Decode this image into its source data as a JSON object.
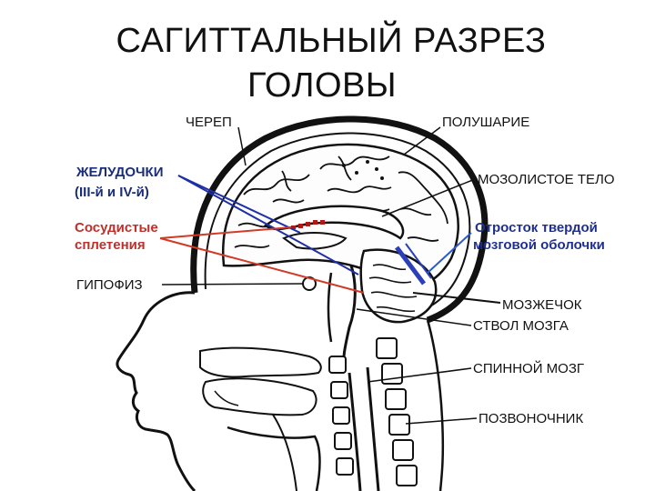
{
  "title_line1": "САГИТТАЛЬНЫЙ РАЗРЕЗ",
  "title_line2": "ГОЛОВЫ",
  "labels": {
    "skull": "ЧЕРЕП",
    "hemisphere": "ПОЛУШАРИЕ",
    "ventricles": "ЖЕЛУДОЧКИ",
    "ventricles_sub": "(III-й  и  IV-й)",
    "corpus_callosum": "МОЗОЛИСТОЕ ТЕЛО",
    "plexus_1": "Сосудистые",
    "plexus_2": "сплетения",
    "dura_1": "Отросток твердой",
    "dura_2": "мозговой оболочки",
    "pituitary": "ГИПОФИЗ",
    "cerebellum": "МОЗЖЕЧОК",
    "brainstem": "СТВОЛ  МОЗГА",
    "spinal_cord": "СПИННОЙ  МОЗГ",
    "spine": "ПОЗВОНОЧНИК"
  },
  "colors": {
    "ventricles_pointer": "#1f2fa8",
    "plexus_pointer": "#d23a26",
    "dura_pointer": "#2a5bd0",
    "plexus_marker": "#b01818",
    "outline": "#111111"
  }
}
